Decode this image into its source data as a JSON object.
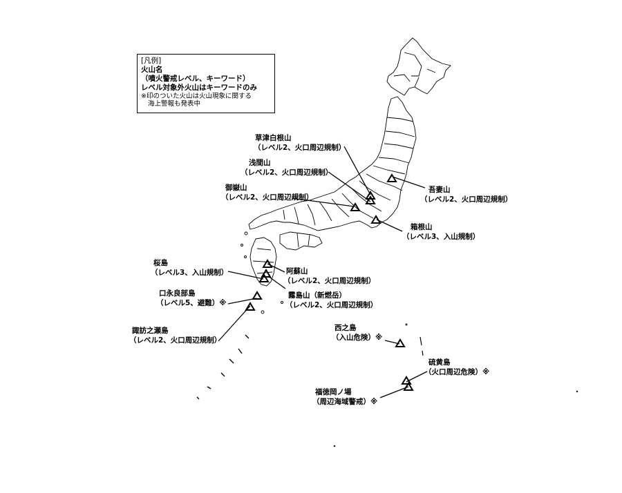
{
  "legend": {
    "title": "[凡例]",
    "line1": "火山名",
    "line2": "（噴火警戒レベル、キーワード）",
    "line3": "レベル対象外火山はキーワードのみ",
    "note1": "※印のついた火山は火山現象に関する",
    "note2": "海上警報も発表中"
  },
  "volcanoes": [
    {
      "name": "草津白根山",
      "status": "（レベル2、火口周辺規制）"
    },
    {
      "name": "浅間山",
      "status": "（レベル2、火口周辺規制）"
    },
    {
      "name": "御嶽山",
      "status": "（レベル2、火口周辺規制）"
    },
    {
      "name": "吾妻山",
      "status": "（レベル2、火口周辺規制）"
    },
    {
      "name": "箱根山",
      "status": "（レベル3、入山規制）"
    },
    {
      "name": "桜島",
      "status": "（レベル3、入山規制）"
    },
    {
      "name": "阿蘇山",
      "status": "（レベル2、火口周辺規制）"
    },
    {
      "name": "口永良部島",
      "status": "（レベル5、避難）※"
    },
    {
      "name": "霧島山（新燃岳）",
      "status": "（レベル2、火口周辺規制）"
    },
    {
      "name": "諏訪之瀬島",
      "status": "（レベル2、火口周辺規制）"
    },
    {
      "name": "西之島",
      "status": "（入山危険）※"
    },
    {
      "name": "硫黄島",
      "status": "（火口周辺危険）※"
    },
    {
      "name": "福徳岡ノ場",
      "status": "（周辺海域警戒）※"
    }
  ]
}
